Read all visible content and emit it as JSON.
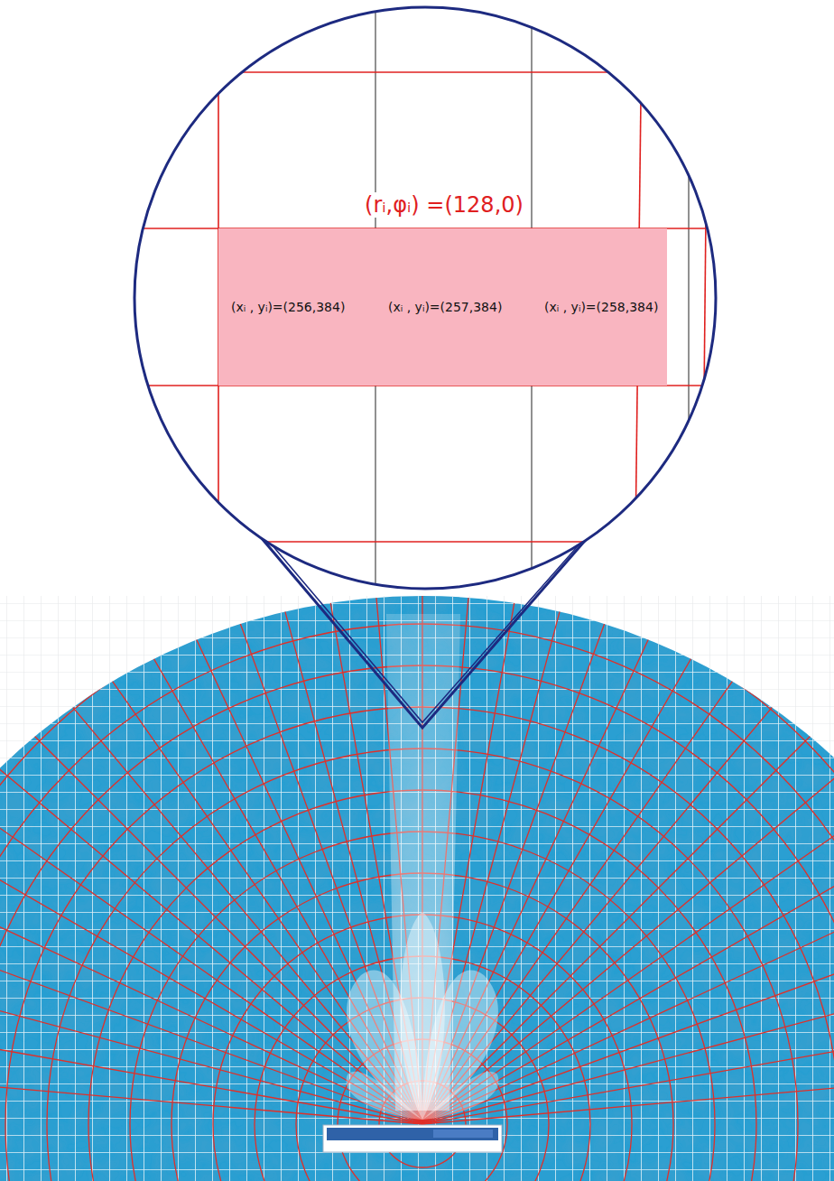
{
  "diagram": {
    "nodes": [
      {
        "text": [
          "(rᵢ,φᵢ) =(128,0)"
        ]
      },
      {
        "text": [
          "(xᵢ , yᵢ)=(256,384)"
        ],
        "in": 0
      },
      {
        "text": [
          "(xᵢ , yᵢ)=(257,384)"
        ],
        "in": 0
      },
      {
        "text": [
          "(xᵢ , yᵢ)=(258,384)"
        ],
        "in": 0
      }
    ]
  }
}
